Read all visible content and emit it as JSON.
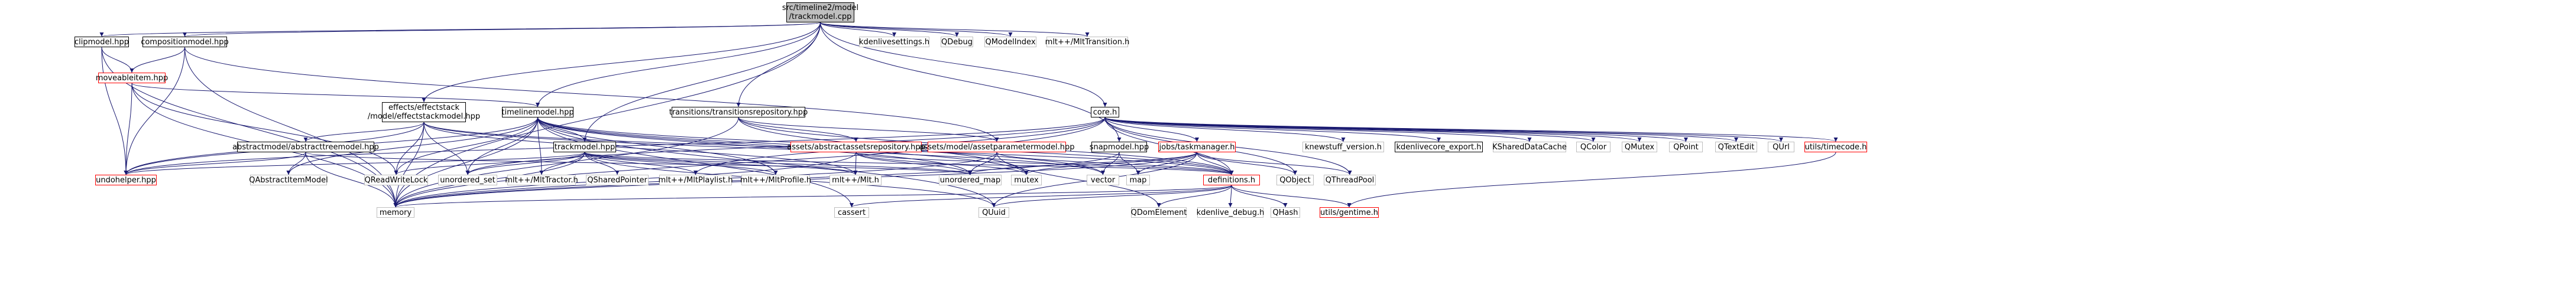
{
  "title": "src/timeline2/model/trackmodel.cpp include dependency graph",
  "colors": {
    "root_fill": "#bfbfbf",
    "documented_border": "#000000",
    "undocumented_border": "#bfbfbf",
    "truncated_border": "#ff0000",
    "edge": "#191970"
  },
  "nodes": {
    "root": [
      "src/timeline2/model",
      "/trackmodel.cpp"
    ],
    "clipmodel": "clipmodel.hpp",
    "compositionmodel": "compositionmodel.hpp",
    "kdenlivesettings": "kdenlivesettings.h",
    "qdebug": "QDebug",
    "qmodelindex": "QModelIndex",
    "mltTransition": "mlt++/MltTransition.h",
    "moveableitem": "moveableitem.hpp",
    "effectstackmodel": [
      "effects/effectstack",
      "/model/effectstackmodel.hpp"
    ],
    "timelinemodel": "timelinemodel.hpp",
    "transitionsrepository": "transitions/transitionsrepository.hpp",
    "core": "core.h",
    "abstracttreemodel": "abstractmodel/abstracttreemodel.hpp",
    "trackmodel": "trackmodel.hpp",
    "abstractassetsrepository": "assets/abstractassetsrepository.hpp",
    "assetparametermodel": "assets/model/assetparametermodel.hpp",
    "snapmodel": "snapmodel.hpp",
    "taskmanager": "jobs/taskmanager.h",
    "knewstuff": "knewstuff_version.h",
    "kdenlivecore": "kdenlivecore_export.h",
    "ksharedcache": "KSharedDataCache",
    "qcolor": "QColor",
    "qmutex": "QMutex",
    "qpoint": "QPoint",
    "qtextedit": "QTextEdit",
    "qurl": "QUrl",
    "timecode": "utils/timecode.h",
    "undohelper": "undohelper.hpp",
    "qabstractitemmodel": "QAbstractItemModel",
    "qreadwritelock": "QReadWriteLock",
    "unorderedset": "unordered_set",
    "mltTractor": "mlt++/MltTractor.h",
    "qsharedpointer": "QSharedPointer",
    "mltPlaylist": "mlt++/MltPlaylist.h",
    "mltProfile": "mlt++/MltProfile.h",
    "mltH": "mlt++/Mlt.h",
    "unorderedmap": "unordered_map",
    "mutex": "mutex",
    "vector": "vector",
    "map": "map",
    "definitions": "definitions.h",
    "qobject": "QObject",
    "qthreadpool": "QThreadPool",
    "memory": "memory",
    "cassert": "cassert",
    "quuid": "QUuid",
    "qdomelement": "QDomElement",
    "kdenlivedebug": "kdenlive_debug.h",
    "qhash": "QHash",
    "gentime": "utils/gentime.h"
  }
}
